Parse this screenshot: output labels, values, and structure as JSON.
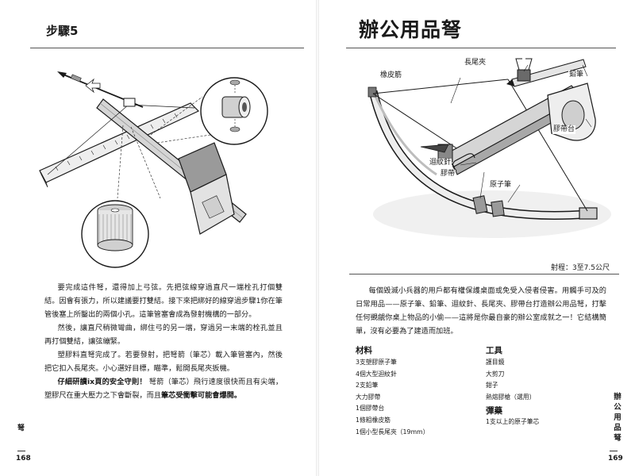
{
  "left_page": {
    "step_title": "步驟5",
    "body": [
      "要完成這件弩，還得加上弓弦。先把弦線穿過直尺一端栓孔打個雙結。因會有張力，所以建議要打雙結。接下來把綁好的線穿過步驟1你在筆管後塞上所鑿出的兩個小孔。這筆管塞會成為發射機構的一部分。",
      "然後，讓直尺稍微彎曲，綁住弓的另一端，穿過另一末端的栓孔並且再打個雙結，讓弦繃緊。",
      "塑膠料直弩完成了。若要發射，把弩箭（筆芯）載入筆管塞內，然後把它扣入長尾夾。小心選好目標，瞄準，鬆開長尾夾扳機。"
    ],
    "warning_prefix": "仔細研讀ix頁的安全守則！",
    "warning_mid": "弩箭（筆芯）飛行速度很快而且有尖端，塑膠尺在重大壓力之下會斷裂，而且",
    "warning_bold_end": "筆芯受衝擊可能會爆開。",
    "side_label": "弩",
    "page_number": "168"
  },
  "right_page": {
    "title": "辦公用品弩",
    "callouts": {
      "rubber_band": "橡皮筋",
      "binder_clip": "長尾夾",
      "pencil": "鉛筆",
      "tape_dispenser": "膠帶台",
      "pushpin": "迴紋針",
      "tape": "膠帶",
      "pen": "原子筆"
    },
    "range": "射程：3至7.5公尺",
    "intro": "每個毀滅小兵器的用戶都有權保護桌面或免受入侵者侵害。用觸手可及的日常用品——原子筆、鉛筆、迴紋針、長尾夾、膠帶台打造辦公用品弩，打擊任何覬覦你桌上物品的小偷——這將是你最自豪的辦公室成就之一！它結構簡單，沒有必要為了建造而加班。",
    "materials": {
      "heading": "材料",
      "items": [
        "3支塑膠原子筆",
        "4個大型迴紋針",
        "2支鉛筆",
        "大力膠帶",
        "1個膠帶台",
        "1條粗橡皮筋",
        "1個小型長尾夾（19mm）"
      ]
    },
    "tools": {
      "heading": "工具",
      "items": [
        "護目鏡",
        "大剪刀",
        "鉗子",
        "熱熔膠槍（選用）"
      ]
    },
    "ammo": {
      "heading": "彈藥",
      "items": [
        "1支以上的原子筆芯"
      ]
    },
    "side_label": "辦公用品弩",
    "page_number": "169"
  },
  "colors": {
    "ink": "#1a1a1a",
    "fill_gray": "#cfcfcf",
    "fill_light": "#eeeeee",
    "rule": "#555555"
  }
}
